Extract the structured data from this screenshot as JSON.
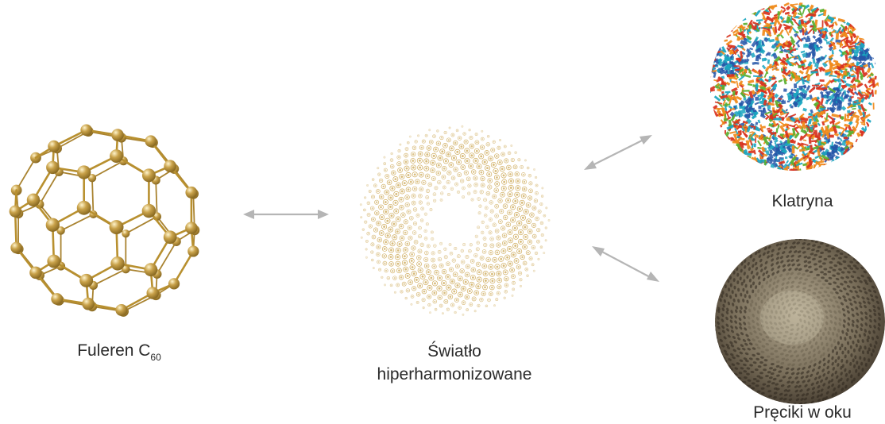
{
  "diagram": {
    "items": {
      "fullerene": {
        "label_main": "Fuleren C",
        "label_sub": "60"
      },
      "light": {
        "label_line1": "Światło",
        "label_line2": "hiperharmonizowane"
      },
      "clathrin": {
        "label": "Klatryna"
      },
      "rods": {
        "label": "Pręciki w oku"
      }
    },
    "colors": {
      "gold": "#c9a24a",
      "gold_dark": "#8a6a22",
      "arrow": "#b5b5b5",
      "clathrin_red": "#d8321e",
      "clathrin_orange": "#f08a1a",
      "clathrin_green": "#5ab030",
      "clathrin_blue": "#2656a8",
      "clathrin_cyan": "#1aa6c0",
      "eye_dark": "#3e352a",
      "eye_light": "#b5aa92"
    },
    "connections": [
      {
        "from": "fullerene",
        "to": "light",
        "type": "bidirectional-arrow"
      },
      {
        "from": "light",
        "to": "clathrin",
        "type": "bidirectional-arrow"
      },
      {
        "from": "light",
        "to": "rods",
        "type": "bidirectional-arrow"
      }
    ]
  }
}
